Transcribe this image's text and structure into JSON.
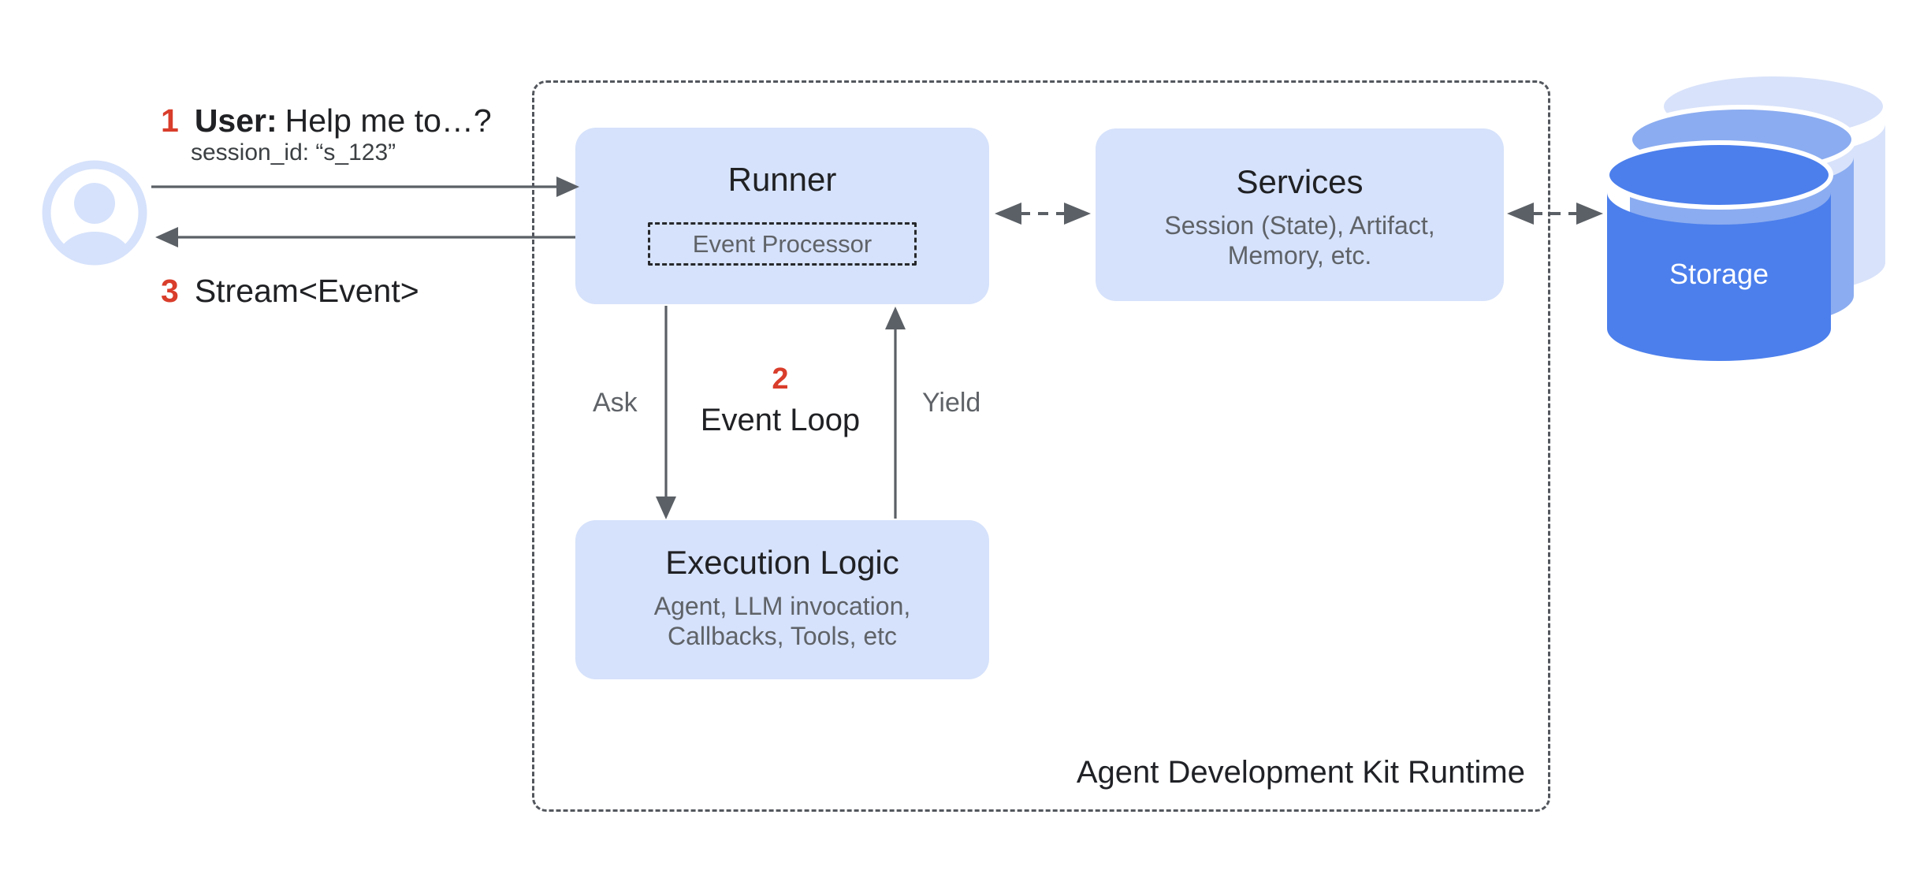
{
  "palette": {
    "node_blue": "#d6e2fb",
    "storage_front": "#4c7fec",
    "storage_middle": "#8bacf0",
    "storage_back": "#d8e2fa",
    "accent_red": "#d93d2b",
    "text_dark": "#202124",
    "text_gray": "#5f6368",
    "arrow_gray": "#5b6066"
  },
  "runtime": {
    "label": "Agent Development Kit Runtime"
  },
  "user_flow": {
    "step1": {
      "number": "1",
      "actor": "User:",
      "message": "Help me to…?",
      "session": "session_id: “s_123”"
    },
    "step2": {
      "number": "2",
      "label": "Event Loop",
      "ask": "Ask",
      "yield": "Yield"
    },
    "step3": {
      "number": "3",
      "message": "Stream<Event>"
    }
  },
  "nodes": {
    "runner": {
      "title": "Runner",
      "inner": "Event Processor"
    },
    "services": {
      "title": "Services",
      "subtitle_line1": "Session (State), Artifact,",
      "subtitle_line2": "Memory, etc."
    },
    "execution": {
      "title": "Execution Logic",
      "subtitle_line1": "Agent, LLM invocation,",
      "subtitle_line2": "Callbacks, Tools, etc"
    },
    "storage": {
      "title": "Storage"
    }
  }
}
